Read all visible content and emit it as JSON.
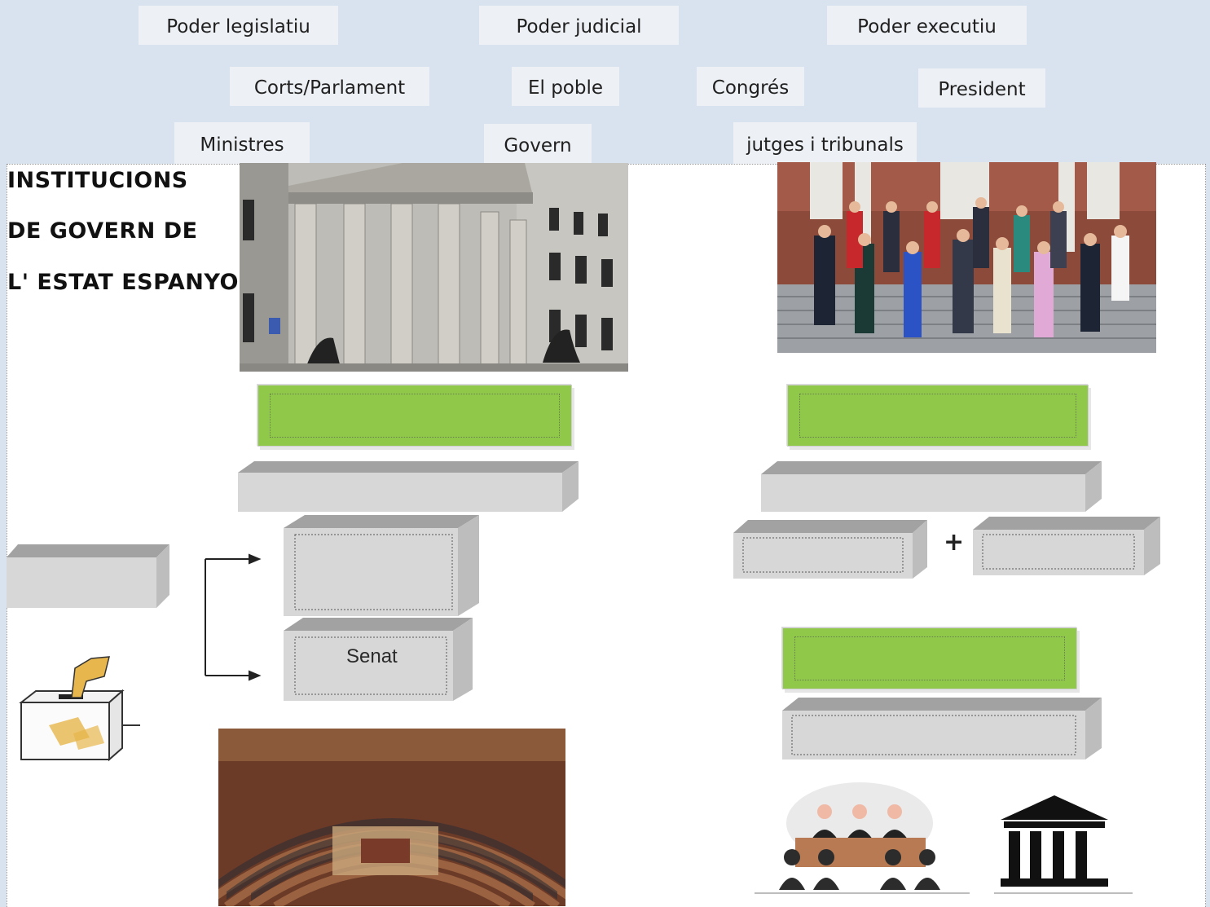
{
  "chips": {
    "poder_legislatiu": "Poder legislatiu",
    "poder_judicial": "Poder judicial",
    "poder_executiu": "Poder executiu",
    "corts_parlament": "Corts/Parlament",
    "el_poble": "El poble",
    "congres": "Congrés",
    "president": "President",
    "ministres": "Ministres",
    "govern": "Govern",
    "jutges_tribunals": "jutges i tribunals"
  },
  "title": {
    "line1": "INSTITUCIONS",
    "line2": "DE GOVERN  DE",
    "line3": "L' ESTAT ESPANYOL"
  },
  "diagram": {
    "senat_label": "Senat",
    "plus": "+"
  },
  "colors": {
    "background": "#d9e3ef",
    "chip": "#edf0f4",
    "green_box": "#90c849",
    "grey_box": "#d7d7d7"
  },
  "icons": [
    "congress-building-photo",
    "government-group-photo",
    "ballot-box-icon",
    "parliament-chamber-photo",
    "judges-panel-icon",
    "courthouse-icon",
    "arrow-icon"
  ]
}
